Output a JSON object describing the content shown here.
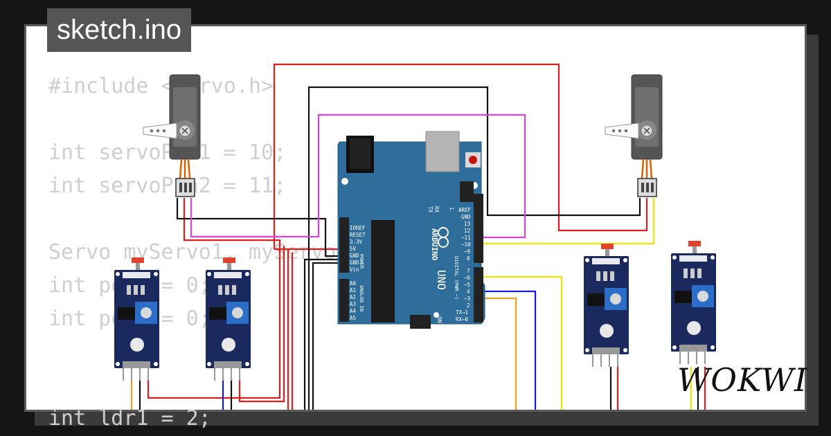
{
  "tab": {
    "filename": "sketch.ino"
  },
  "code_lines": [
    "#include <Servo.h>",
    "",
    "int servoPin1 = 10;",
    "int servoPin2 = 11;",
    "",
    "Servo myServo1, myServo2;",
    "int pos1 = 0;",
    "int pos2 = 0;",
    "",
    "",
    "int ldr1 = 2;"
  ],
  "board": {
    "name": "ARDUINO",
    "model": "UNO",
    "power_header_labels": [
      "IOREF",
      "RESET",
      "3.3V",
      "5V",
      "GND",
      "GND",
      "Vin"
    ],
    "power_label": "POWER",
    "analog_labels": [
      "A0",
      "A1",
      "A2",
      "A3",
      "A4",
      "A5"
    ],
    "analog_label": "ANALOG IN",
    "digital_top_labels": [
      "AREF",
      "GND",
      "13",
      "12",
      "~11",
      "~10",
      "~9",
      "8"
    ],
    "digital_bottom_labels": [
      "7",
      "~6",
      "~5",
      "4",
      "~3",
      "2",
      "TX→1",
      "RX←0"
    ],
    "digital_label": "DIGITAL (PWM ~)",
    "led_labels": [
      "TX",
      "RX",
      "L"
    ],
    "on_label": "ON"
  },
  "brand": {
    "logo_text": "WOKWI"
  },
  "colors": {
    "background": "#151515",
    "board": "#2f6e9b",
    "sensor_board": "#1b2a5e",
    "wire_red": "#e31b1b",
    "wire_black": "#111111",
    "wire_magenta": "#e23fe2",
    "wire_yellow": "#f2e300",
    "wire_blue": "#1a1ad8",
    "wire_orange": "#f0a020"
  },
  "icons": [
    "servo-motor-icon",
    "ldr-sensor-module-icon",
    "arduino-uno-board-icon",
    "wokwi-logo-icon"
  ]
}
